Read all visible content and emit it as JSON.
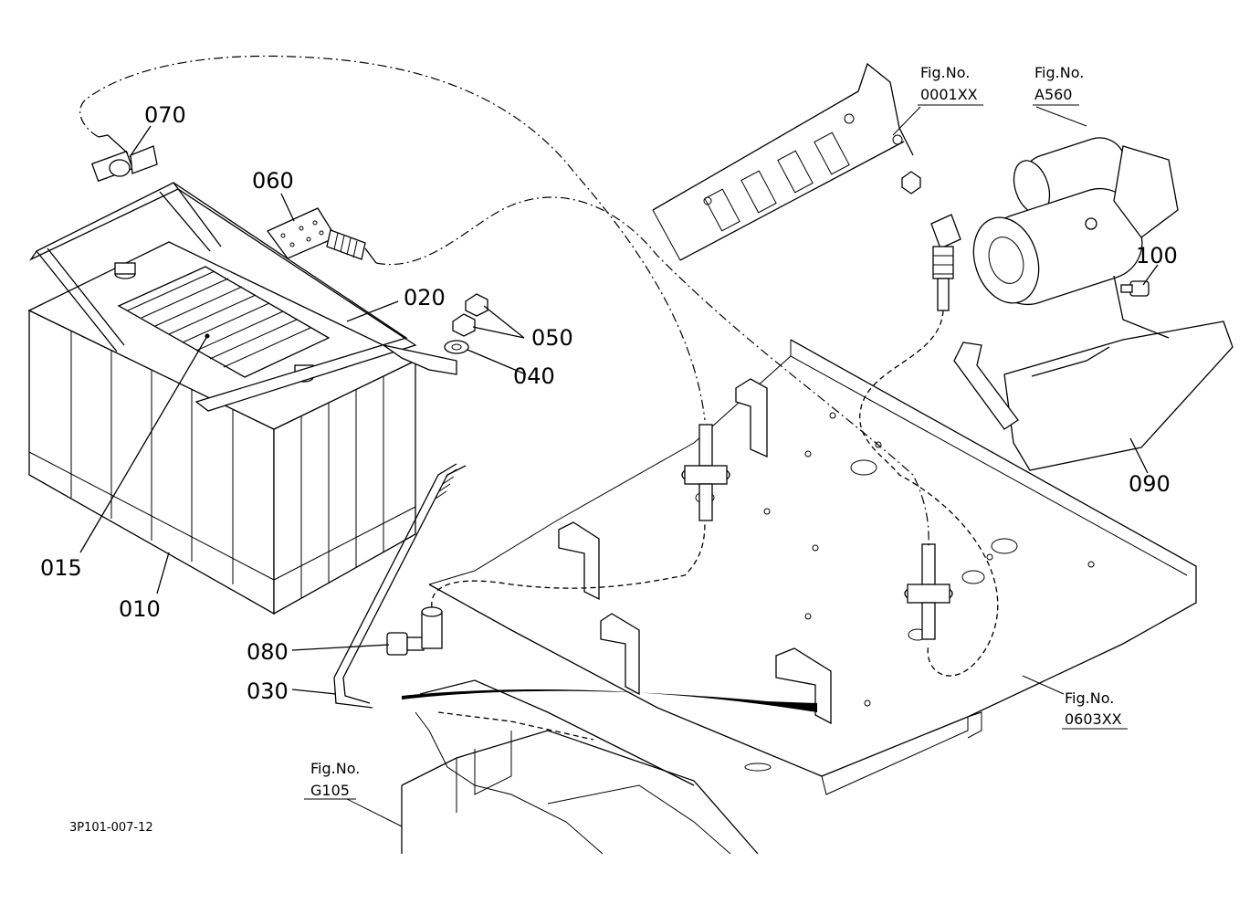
{
  "labels": {
    "p070": "070",
    "p060": "060",
    "p020": "020",
    "p050": "050",
    "p040": "040",
    "p015": "015",
    "p010": "010",
    "p080": "080",
    "p030": "030",
    "p100": "100",
    "p090": "090"
  },
  "figure_refs": {
    "fig_0001": {
      "caption": "Fig.No.",
      "number": "0001XX"
    },
    "fig_a560": {
      "caption": "Fig.No.",
      "number": "A560"
    },
    "fig_0603": {
      "caption": "Fig.No.",
      "number": "0603XX"
    },
    "fig_g105": {
      "caption": "Fig.No.",
      "number": "G105"
    }
  },
  "drawing_code": "3P101-007-12"
}
